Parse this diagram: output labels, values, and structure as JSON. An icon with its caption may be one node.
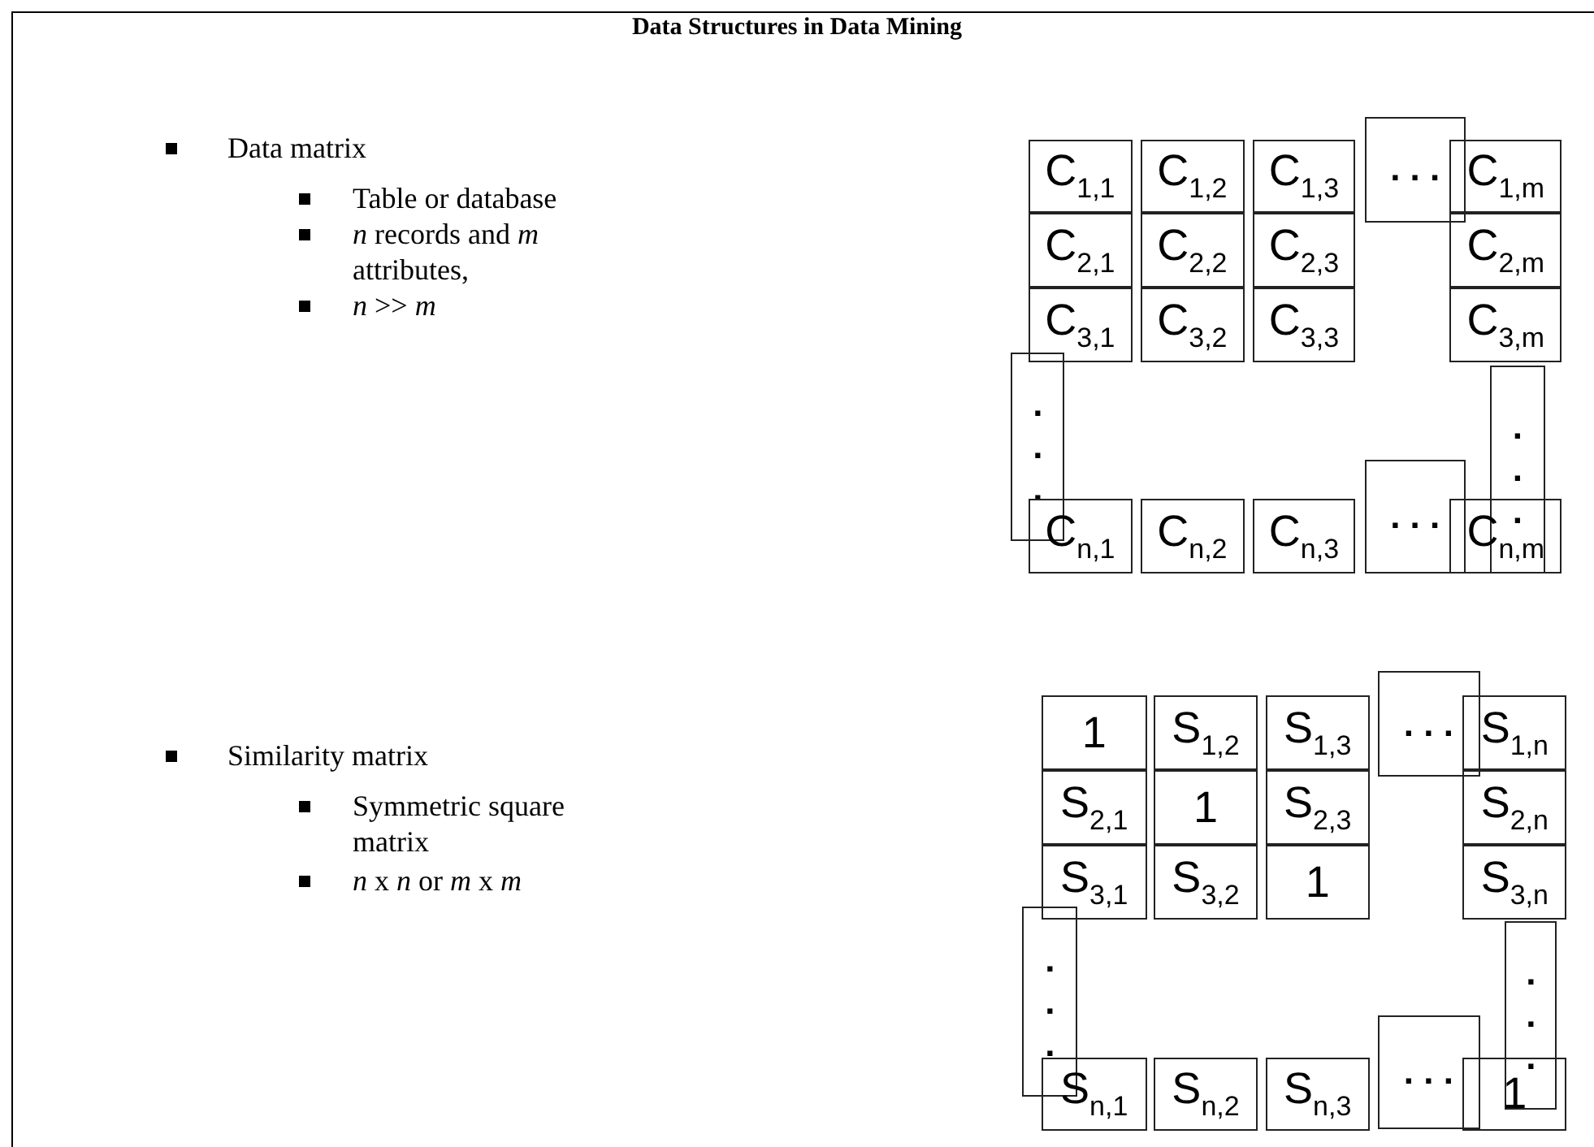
{
  "diagram": {
    "title": "Data Structures in Data Mining",
    "nodes": [
      {
        "text": [
          "C$_{1,1}$"
        ]
      },
      {
        "text": [
          "C$_{1,2}$"
        ]
      },
      {
        "text": [
          "C$_{1,3}$"
        ]
      },
      {
        "text": [
          ". . ."
        ]
      },
      {
        "text": [
          "C$_{1,m}$"
        ]
      },
      {
        "text": [
          "C$_{2,1}$"
        ]
      },
      {
        "text": [
          "C$_{2,2}$"
        ]
      },
      {
        "text": [
          "C$_{2,3}$"
        ]
      },
      {
        "text": [
          "C$_{2,m}$"
        ]
      },
      {
        "text": [
          "C$_{3,1}$"
        ]
      },
      {
        "text": [
          "C$_{3,2}$"
        ]
      },
      {
        "text": [
          "C$_{3,3}$"
        ]
      },
      {
        "text": [
          "C$_{3,m}$"
        ]
      },
      {
        "text": [
          ". . ."
        ]
      },
      {
        "text": [
          ". . ."
        ]
      },
      {
        "text": [
          "C$_{n,1}$"
        ]
      },
      {
        "text": [
          "C$_{n,2}$"
        ]
      },
      {
        "text": [
          "C$_{n,3}$"
        ]
      },
      {
        "text": [
          ". . ."
        ]
      },
      {
        "text": [
          "C$_{n,m}$"
        ]
      },
      {
        "text": [
          "1"
        ]
      },
      {
        "text": [
          "S$_{1,2}$"
        ]
      },
      {
        "text": [
          "S$_{1,3}$"
        ]
      },
      {
        "text": [
          ". . ."
        ]
      },
      {
        "text": [
          "S$_{1,n}$"
        ]
      },
      {
        "text": [
          "S$_{2,1}$"
        ]
      },
      {
        "text": [
          "1"
        ]
      },
      {
        "text": [
          "S$_{2,3}$"
        ]
      },
      {
        "text": [
          "S$_{2,n}$"
        ]
      },
      {
        "text": [
          "S$_{3,1}$"
        ]
      },
      {
        "text": [
          "S$_{3,2}$"
        ]
      },
      {
        "text": [
          "1"
        ]
      },
      {
        "text": [
          "S$_{3,n}$"
        ]
      },
      {
        "text": [
          ". . ."
        ]
      },
      {
        "text": [
          ". . ."
        ]
      },
      {
        "text": [
          "S$_{n,1}$"
        ]
      },
      {
        "text": [
          "S$_{n,2}$"
        ]
      },
      {
        "text": [
          "S$_{n,3}$"
        ]
      },
      {
        "text": [
          ". . ."
        ]
      },
      {
        "text": [
          "1"
        ]
      }
    ],
    "labels": [
      "Data matrix",
      "Table or database",
      "*n* records and *m* attributes,",
      "*n* >> *m*",
      "Similarity matrix",
      "Symmetric square matrix",
      "*n* x *n* or *m* x *m*"
    ]
  }
}
